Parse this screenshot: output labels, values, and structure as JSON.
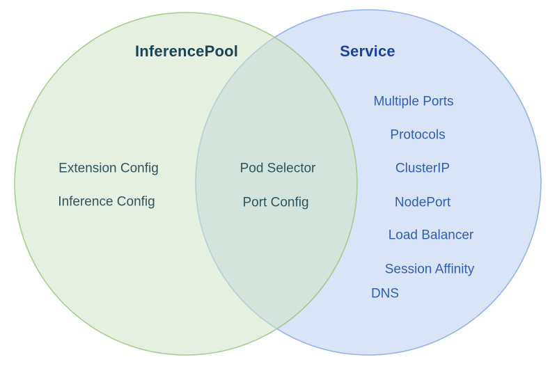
{
  "venn": {
    "left": {
      "label": "InferencePool",
      "items": [
        "Extension Config",
        "Inference Config"
      ],
      "fill_color": "#e7f0e3",
      "stroke_color": "#9ac580",
      "title_color": "#1b4454",
      "item_color": "#2c5560"
    },
    "overlap": {
      "items": [
        "Pod Selector",
        "Port Config"
      ],
      "fill_color": "#d6e7dc",
      "item_color": "#2c5560"
    },
    "right": {
      "label": "Service",
      "items": [
        "Multiple Ports",
        "Protocols",
        "ClusterIP",
        "NodePort",
        "Load Balancer",
        "Session Affinity",
        "DNS"
      ],
      "fill_color": "#d9e4f6",
      "stroke_color": "#94b3ea",
      "title_color": "#1a429b",
      "item_color": "#2f5fb5"
    }
  }
}
